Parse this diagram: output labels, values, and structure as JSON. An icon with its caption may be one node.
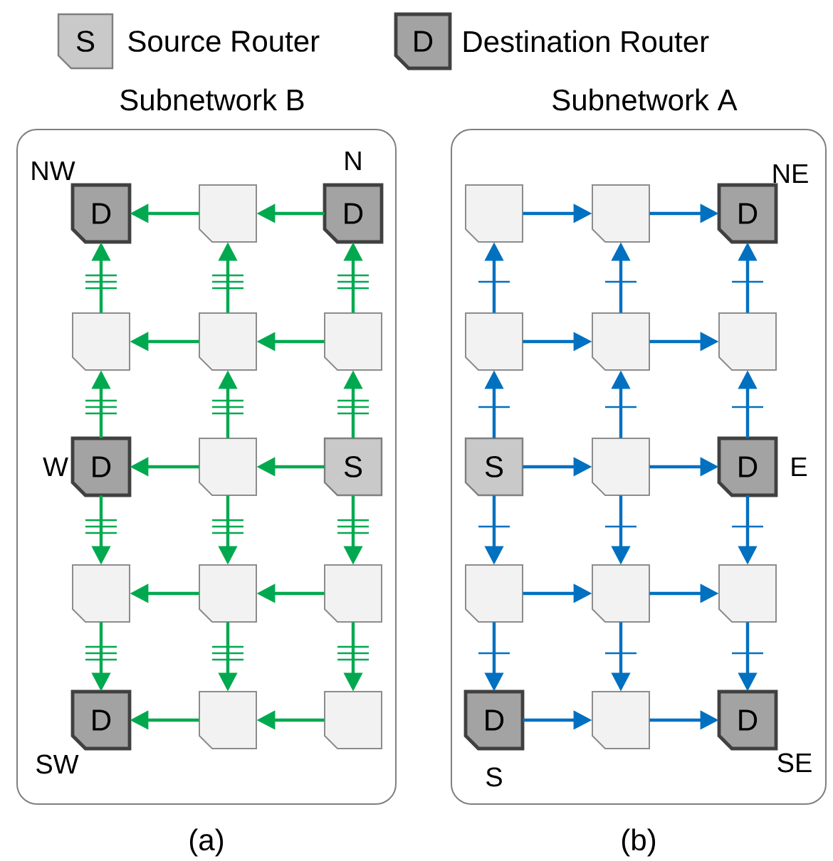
{
  "diagram": {
    "nodes": [
      {
        "text": [
          "S"
        ],
        "beside": [
          "Source Router"
        ]
      },
      {
        "text": [
          "D"
        ],
        "beside": [
          "Destination Router"
        ]
      },
      {
        "text": [
          "Subnetwork B"
        ],
        "beside": [
          "(a)"
        ]
      },
      {
        "text": [
          "D"
        ],
        "beside": [
          "NW"
        ],
        "in": 2
      },
      {
        "text": [],
        "shape": "box",
        "in": 2
      },
      {
        "text": [
          "D"
        ],
        "beside": [
          "N"
        ],
        "in": 2
      },
      {
        "text": [],
        "shape": "box",
        "in": 2
      },
      {
        "text": [],
        "shape": "box",
        "in": 2
      },
      {
        "text": [],
        "shape": "box",
        "in": 2
      },
      {
        "text": [
          "D"
        ],
        "beside": [
          "W"
        ],
        "in": 2
      },
      {
        "text": [],
        "shape": "box",
        "in": 2
      },
      {
        "text": [
          "S"
        ],
        "in": 2
      },
      {
        "text": [],
        "shape": "box",
        "in": 2
      },
      {
        "text": [],
        "shape": "box",
        "in": 2
      },
      {
        "text": [],
        "shape": "box",
        "in": 2
      },
      {
        "text": [
          "D"
        ],
        "beside": [
          "SW"
        ],
        "in": 2
      },
      {
        "text": [],
        "shape": "box",
        "in": 2
      },
      {
        "text": [],
        "shape": "box",
        "in": 2
      },
      {
        "text": [
          "Subnetwork A"
        ],
        "beside": [
          "(b)"
        ]
      },
      {
        "text": [],
        "shape": "box",
        "in": 18
      },
      {
        "text": [],
        "shape": "box",
        "in": 18
      },
      {
        "text": [
          "D"
        ],
        "beside": [
          "NE"
        ],
        "in": 18
      },
      {
        "text": [],
        "shape": "box",
        "in": 18
      },
      {
        "text": [],
        "shape": "box",
        "in": 18
      },
      {
        "text": [],
        "shape": "box",
        "in": 18
      },
      {
        "text": [
          "S"
        ],
        "in": 18
      },
      {
        "text": [],
        "shape": "box",
        "in": 18
      },
      {
        "text": [
          "D"
        ],
        "beside": [
          "E"
        ],
        "in": 18
      },
      {
        "text": [],
        "shape": "box",
        "in": 18
      },
      {
        "text": [],
        "shape": "box",
        "in": 18
      },
      {
        "text": [],
        "shape": "box",
        "in": 18
      },
      {
        "text": [
          "D"
        ],
        "beside": [
          "S"
        ],
        "in": 18
      },
      {
        "text": [],
        "shape": "box",
        "in": 18
      },
      {
        "text": [
          "D"
        ],
        "beside": [
          "SE"
        ],
        "in": 18
      }
    ],
    "edges": [
      {
        "from": 4,
        "to": 3,
        "arrow": "to",
        "color": "#00a94f"
      },
      {
        "from": 5,
        "to": 4,
        "arrow": "to",
        "color": "#00a94f"
      },
      {
        "from": 7,
        "to": 6,
        "arrow": "to",
        "color": "#00a94f"
      },
      {
        "from": 8,
        "to": 7,
        "arrow": "to",
        "color": "#00a94f"
      },
      {
        "from": 10,
        "to": 9,
        "arrow": "to",
        "color": "#00a94f"
      },
      {
        "from": 11,
        "to": 10,
        "arrow": "to",
        "color": "#00a94f"
      },
      {
        "from": 13,
        "to": 12,
        "arrow": "to",
        "color": "#00a94f"
      },
      {
        "from": 14,
        "to": 13,
        "arrow": "to",
        "color": "#00a94f"
      },
      {
        "from": 16,
        "to": 15,
        "arrow": "to",
        "color": "#00a94f"
      },
      {
        "from": 17,
        "to": 16,
        "arrow": "to",
        "color": "#00a94f"
      },
      {
        "from": 6,
        "to": 3,
        "arrow": "to",
        "color": "#00a94f"
      },
      {
        "from": 9,
        "to": 6,
        "arrow": "to",
        "color": "#00a94f"
      },
      {
        "from": 9,
        "to": 12,
        "arrow": "to",
        "color": "#00a94f"
      },
      {
        "from": 12,
        "to": 15,
        "arrow": "to",
        "color": "#00a94f"
      },
      {
        "from": 7,
        "to": 4,
        "arrow": "to",
        "color": "#00a94f"
      },
      {
        "from": 10,
        "to": 7,
        "arrow": "to",
        "color": "#00a94f"
      },
      {
        "from": 10,
        "to": 13,
        "arrow": "to",
        "color": "#00a94f"
      },
      {
        "from": 13,
        "to": 16,
        "arrow": "to",
        "color": "#00a94f"
      },
      {
        "from": 8,
        "to": 5,
        "arrow": "to",
        "color": "#00a94f"
      },
      {
        "from": 11,
        "to": 8,
        "arrow": "to",
        "color": "#00a94f"
      },
      {
        "from": 11,
        "to": 14,
        "arrow": "to",
        "color": "#00a94f"
      },
      {
        "from": 14,
        "to": 17,
        "arrow": "to",
        "color": "#00a94f"
      },
      {
        "from": 19,
        "to": 20,
        "arrow": "to",
        "color": "#0070c0"
      },
      {
        "from": 20,
        "to": 21,
        "arrow": "to",
        "color": "#0070c0"
      },
      {
        "from": 22,
        "to": 23,
        "arrow": "to",
        "color": "#0070c0"
      },
      {
        "from": 23,
        "to": 24,
        "arrow": "to",
        "color": "#0070c0"
      },
      {
        "from": 25,
        "to": 26,
        "arrow": "to",
        "color": "#0070c0"
      },
      {
        "from": 26,
        "to": 27,
        "arrow": "to",
        "color": "#0070c0"
      },
      {
        "from": 28,
        "to": 29,
        "arrow": "to",
        "color": "#0070c0"
      },
      {
        "from": 29,
        "to": 30,
        "arrow": "to",
        "color": "#0070c0"
      },
      {
        "from": 31,
        "to": 32,
        "arrow": "to",
        "color": "#0070c0"
      },
      {
        "from": 32,
        "to": 33,
        "arrow": "to",
        "color": "#0070c0"
      },
      {
        "from": 22,
        "to": 19,
        "arrow": "to",
        "color": "#0070c0"
      },
      {
        "from": 25,
        "to": 22,
        "arrow": "to",
        "color": "#0070c0"
      },
      {
        "from": 25,
        "to": 28,
        "arrow": "to",
        "color": "#0070c0"
      },
      {
        "from": 28,
        "to": 31,
        "arrow": "to",
        "color": "#0070c0"
      },
      {
        "from": 23,
        "to": 20,
        "arrow": "to",
        "color": "#0070c0"
      },
      {
        "from": 26,
        "to": 23,
        "arrow": "to",
        "color": "#0070c0"
      },
      {
        "from": 26,
        "to": 29,
        "arrow": "to",
        "color": "#0070c0"
      },
      {
        "from": 29,
        "to": 32,
        "arrow": "to",
        "color": "#0070c0"
      },
      {
        "from": 24,
        "to": 21,
        "arrow": "to",
        "color": "#0070c0"
      },
      {
        "from": 27,
        "to": 24,
        "arrow": "to",
        "color": "#0070c0"
      },
      {
        "from": 27,
        "to": 30,
        "arrow": "to",
        "color": "#0070c0"
      },
      {
        "from": 30,
        "to": 33,
        "arrow": "to",
        "color": "#0070c0"
      }
    ]
  }
}
